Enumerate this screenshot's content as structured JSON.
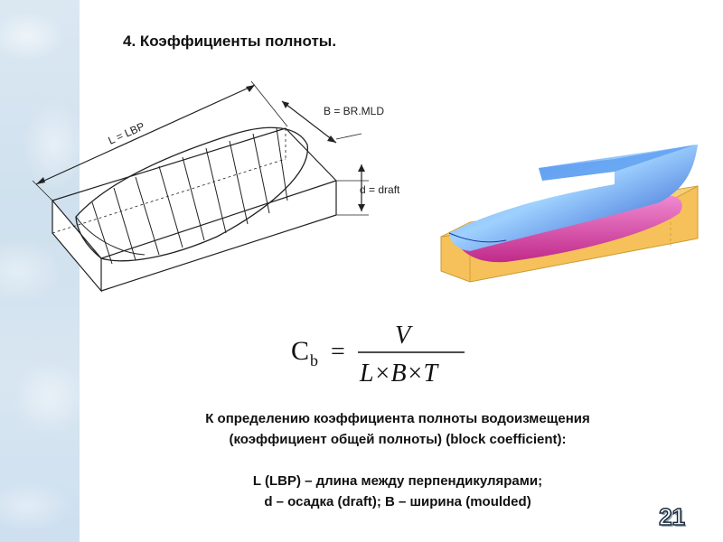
{
  "slide": {
    "title": "4. Коэффициенты полноты.",
    "page_number": "21"
  },
  "diagram": {
    "label_length": "L = LBP",
    "label_breadth": "B = BR.MLD",
    "label_draft": "d = draft"
  },
  "formula": {
    "lhs": "C",
    "lhs_sub": "b",
    "equals": "=",
    "numerator": "V",
    "denominator": "L×B×T"
  },
  "description": {
    "line1": "К определению коэффициента полноты водоизмещения",
    "line2": "(коэффициент общей полноты) (block coefficient):",
    "line3": "L (LBP) – длина между перпендикулярами;",
    "line4": "d – осадка (draft); B – ширина (moulded)"
  }
}
